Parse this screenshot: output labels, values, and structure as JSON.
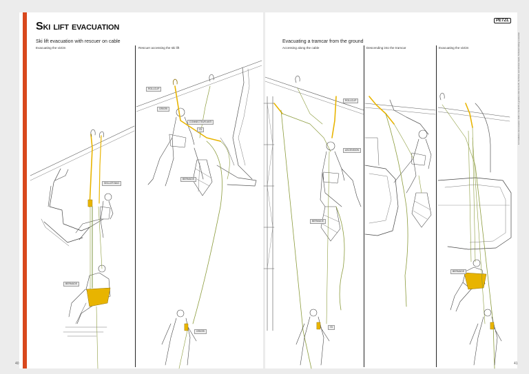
{
  "header": {
    "title": "Ski lift evacuation",
    "logo": "PETZL"
  },
  "sections": {
    "ski": {
      "title": "Ski lift evacuation with rescuer on cable"
    },
    "tram": {
      "title": "Evacuating a tramcar from the ground"
    }
  },
  "panels": {
    "p1": "Evacuating the victim",
    "p2": "Rescuer accessing the ski lift",
    "p3": "Accessing along the cable",
    "p4": "Descending into the tramcar",
    "p5": "Evacuating the victim"
  },
  "callouts": {
    "c_p1_a": "SKILLER BAG",
    "c_p1_b": "BERMUDE",
    "c_p2_a": "ROLLCLIP",
    "c_p2_b": "GRIGRI",
    "c_p2_c": "CONNECTEUR ANTI",
    "c_p2_d": "I'D",
    "c_p2_e": "BERMUDE",
    "c_p2_f": "GRIGRI",
    "c_p3_a": "ROLLCLIP",
    "c_p3_b": "ASCENSION",
    "c_p3_c": "BERMUDE",
    "c_p3_d": "I'D",
    "c_p5_a": "BERMUDE"
  },
  "side_note": "For installation and evacuation: Refer to the ski lift or gondola to link the the lift, the friction and technical results. Technical training is essential.",
  "page_numbers": {
    "left": "40",
    "right": "41"
  },
  "colors": {
    "accent": "#d9481d",
    "rope_green": "#8a9a3a",
    "hardware_yellow": "#e8b400"
  }
}
